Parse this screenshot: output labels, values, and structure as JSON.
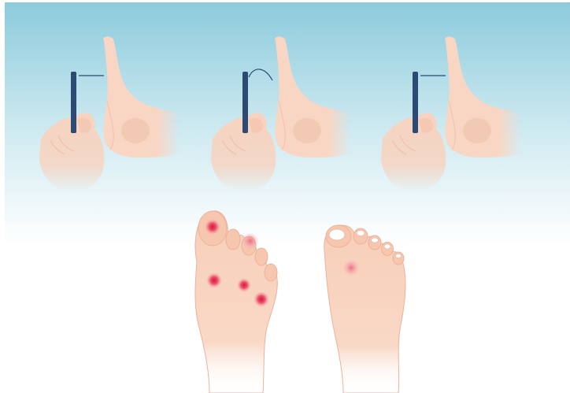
{
  "illustration": {
    "colors": {
      "sky_top": "#8ccbdc",
      "sky_bottom": "#ffffff",
      "skin": "#f9d6c3",
      "skin_shadow": "#efb9a2",
      "filament": "#2c4a74",
      "lesion": "#e3103e"
    },
    "filament_tests": [
      {
        "name": "filament-test-1",
        "filament_state": "straight"
      },
      {
        "name": "filament-test-2",
        "filament_state": "bent"
      },
      {
        "name": "filament-test-3",
        "filament_state": "straight"
      }
    ],
    "plantar_views": [
      {
        "name": "foot-sole-with-multiple-spots",
        "spot_count": 5
      },
      {
        "name": "foot-sole-with-single-spot",
        "spot_count": 1
      }
    ]
  }
}
